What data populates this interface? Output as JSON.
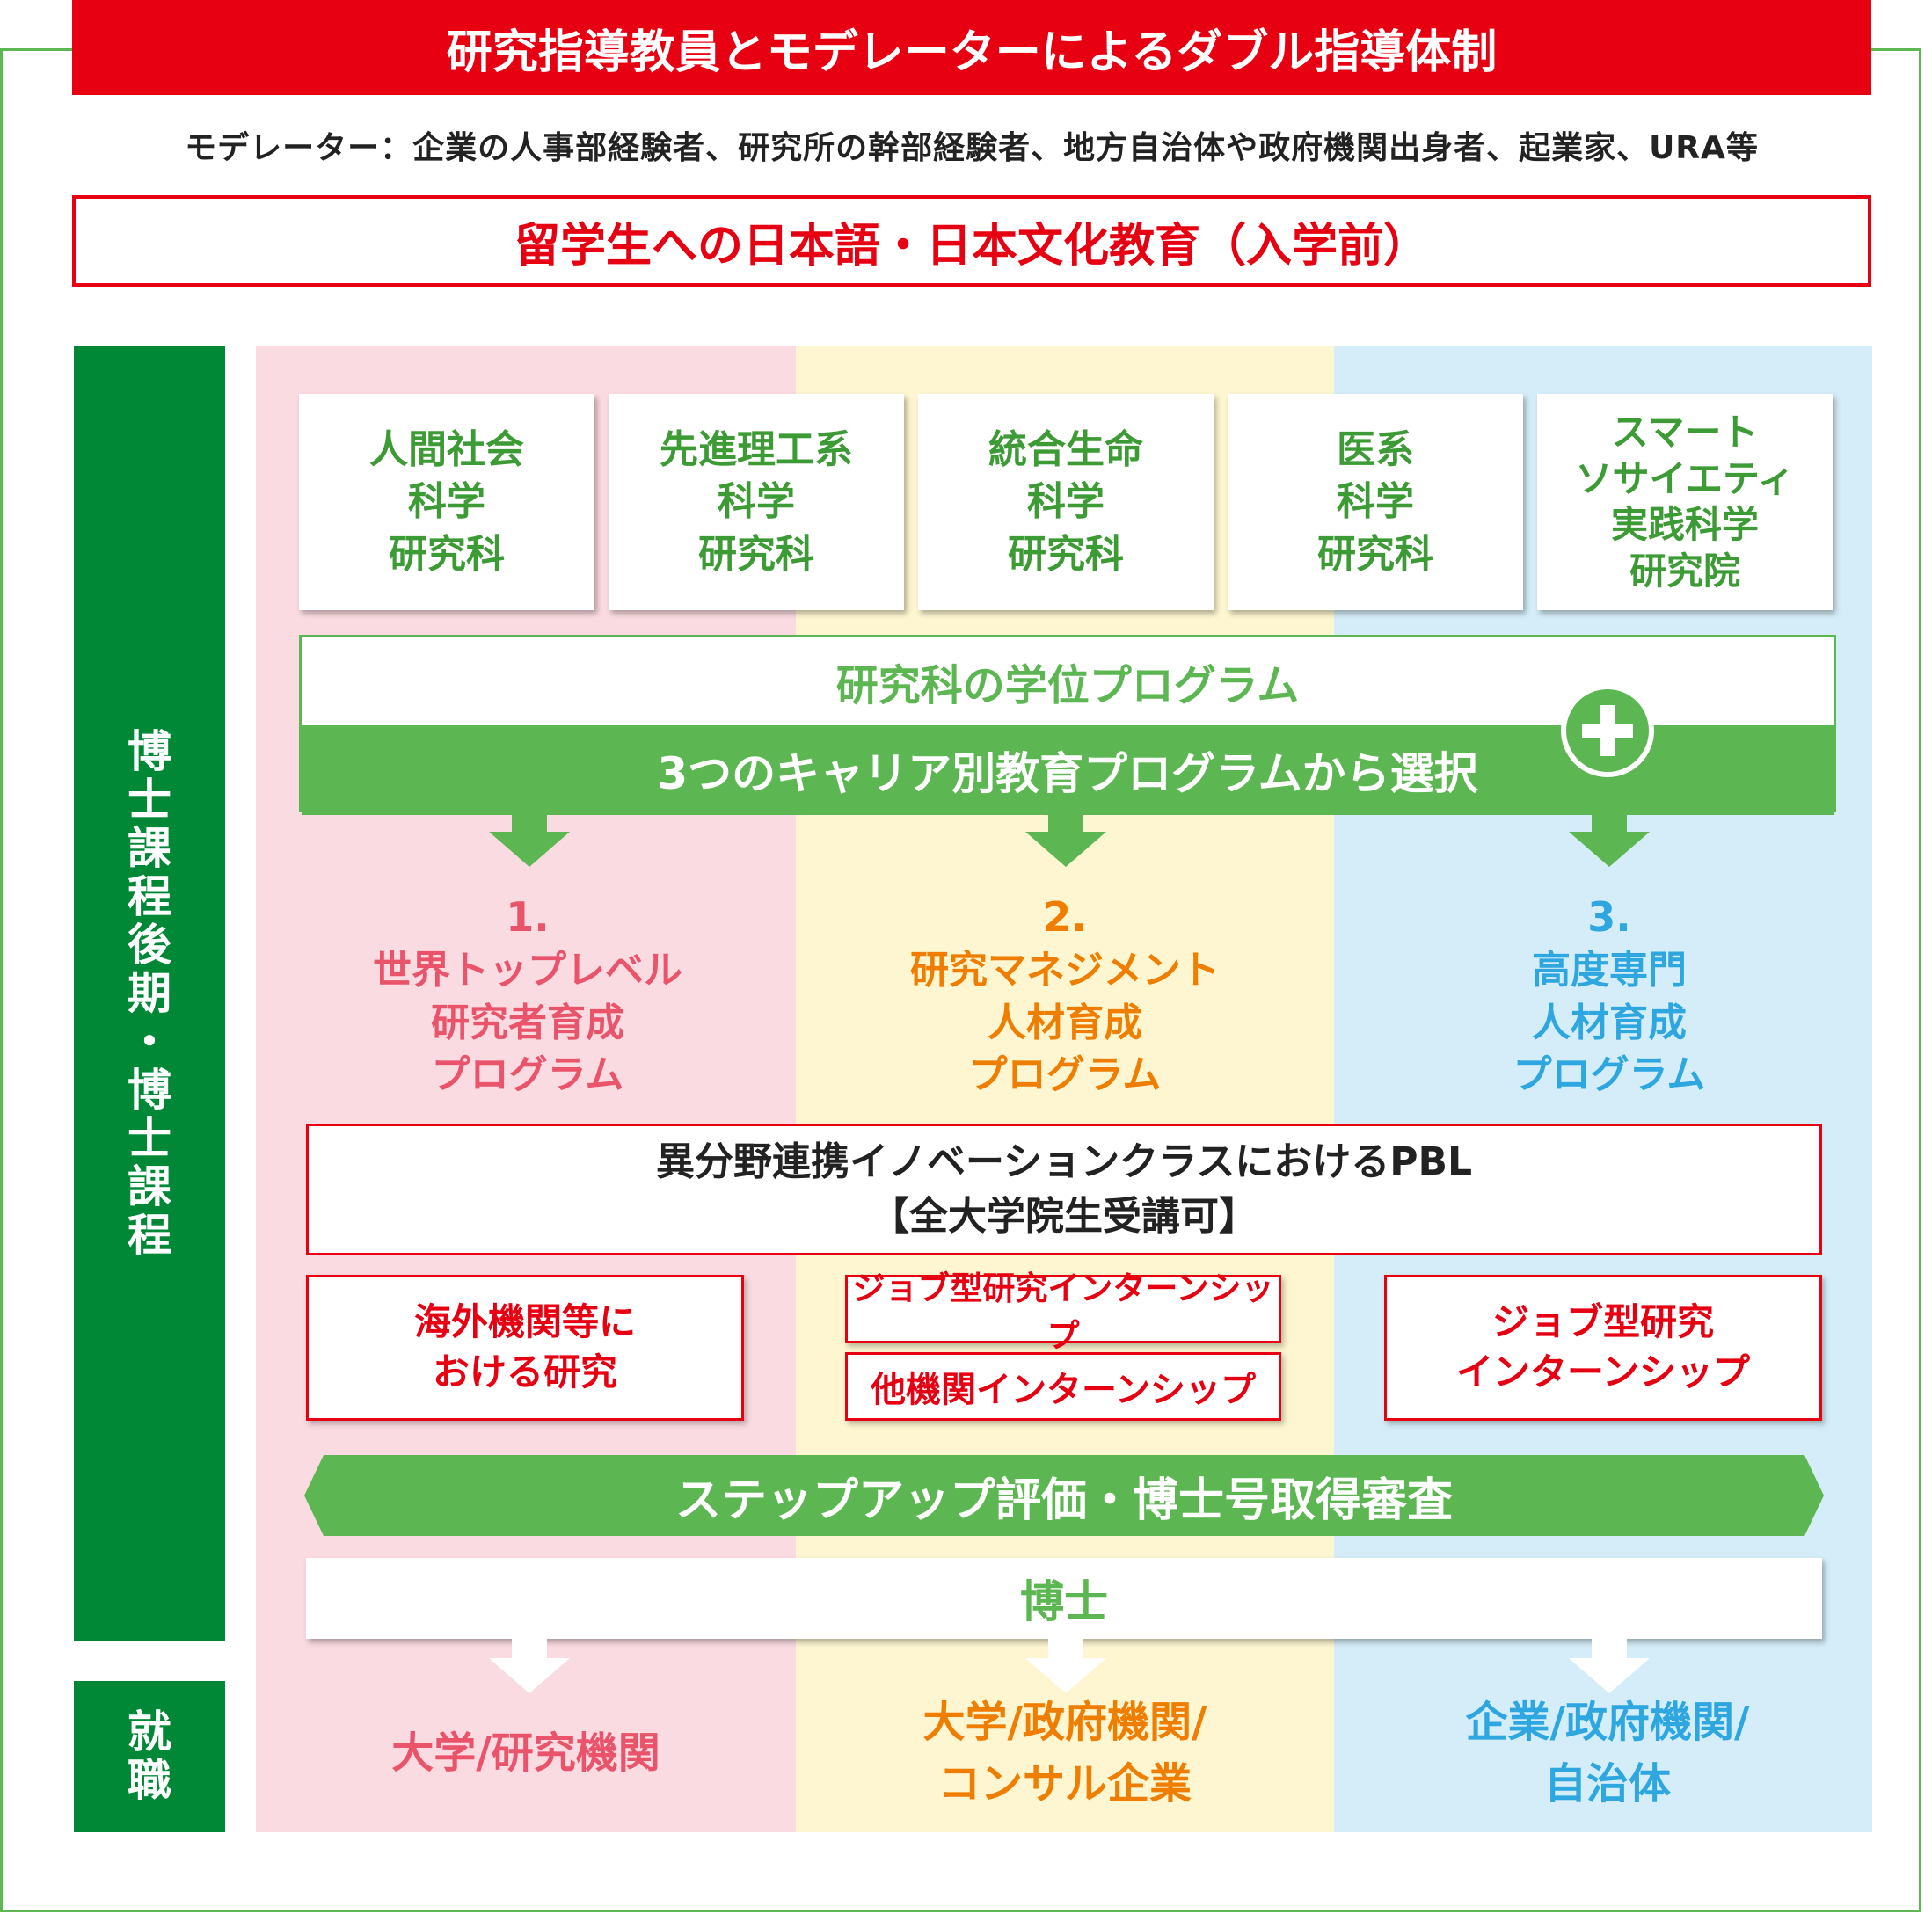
{
  "title": "研究指導教員とモデレーターによるダブル指導体制",
  "moderator_note": "モデレーター：企業の人事部経験者、研究所の幹部経験者、地方自治体や政府機関出身者、起業家、URA等",
  "japanese_education": "留学生への日本語・日本文化教育（入学前）",
  "side_labels": {
    "doctoral": [
      "博",
      "士",
      "課",
      "程",
      "後",
      "期",
      "・",
      "博",
      "士",
      "課",
      "程"
    ],
    "employment": [
      "就",
      "職"
    ]
  },
  "graduate_schools": [
    "人間社会\n科学\n研究科",
    "先進理工系\n科学\n研究科",
    "統合生命\n科学\n研究科",
    "医系\n科学\n研究科",
    "スマート\nソサイエティ\n実践科学\n研究院"
  ],
  "degree_program": "研究科の学位プログラム",
  "career_select": "3つのキャリア別教育プログラムから選択",
  "plus_icon": "plus-circle-icon",
  "programs": [
    {
      "num": "1.",
      "lines": [
        "世界トップレベル",
        "研究者育成",
        "プログラム"
      ],
      "color": "#e9546b"
    },
    {
      "num": "2.",
      "lines": [
        "研究マネジメント",
        "人材育成",
        "プログラム"
      ],
      "color": "#ee7d00"
    },
    {
      "num": "3.",
      "lines": [
        "高度専門",
        "人材育成",
        "プログラム"
      ],
      "color": "#2ea7e0"
    }
  ],
  "pbl": {
    "line1": "異分野連携イノベーションクラスにおけるPBL",
    "line2": "【全大学院生受講可】"
  },
  "activities": {
    "overseas": [
      "海外機関等に",
      "おける研究"
    ],
    "job_intern": "ジョブ型研究インターンシップ",
    "other_intern": "他機関インターンシップ",
    "job_intern_2": [
      "ジョブ型研究",
      "インターンシップ"
    ]
  },
  "stepup": "ステップアップ評価・博士号取得審査",
  "phd": "博士",
  "careers": [
    {
      "lines": [
        "大学/研究機関"
      ],
      "color": "#e9546b"
    },
    {
      "lines": [
        "大学/政府機関/",
        "コンサル企業"
      ],
      "color": "#ee7d00"
    },
    {
      "lines": [
        "企業/政府機関/",
        "自治体"
      ],
      "color": "#2ea7e0"
    }
  ],
  "colors": {
    "red": "#e60012",
    "green": "#5cb651",
    "dark_green": "#008837",
    "pink_bg": "#fadbe1",
    "yellow_bg": "#fdf6d0",
    "blue_bg": "#d4edf8"
  }
}
